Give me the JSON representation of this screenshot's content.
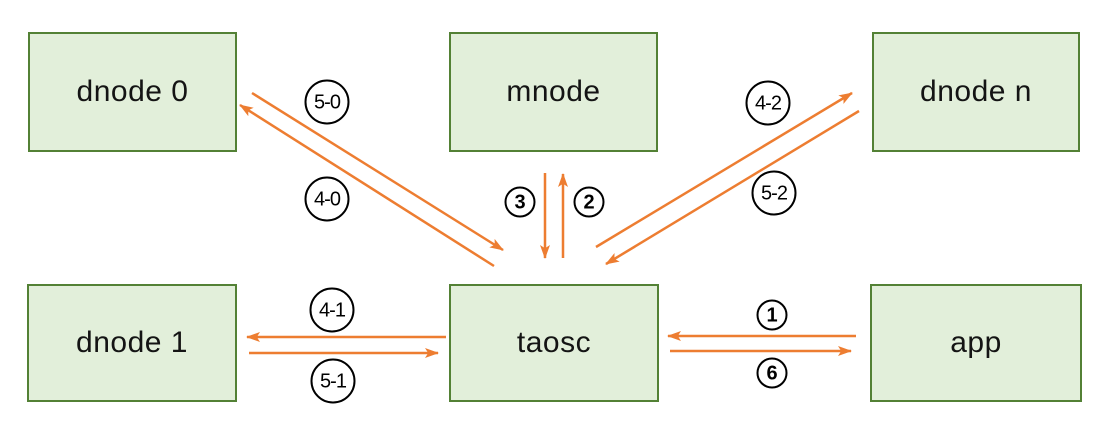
{
  "diagram": {
    "description": "Message flow between app, taosc, mnode and dnodes",
    "colors": {
      "arrow": "#ED7D31",
      "node_fill": "#E2EFDA",
      "node_border": "#538135",
      "badge_border": "#000000",
      "background": "#FFFFFF"
    },
    "nodes": [
      {
        "id": "dnode0",
        "label": "dnode 0"
      },
      {
        "id": "mnode",
        "label": "mnode"
      },
      {
        "id": "dnoden",
        "label": "dnode n"
      },
      {
        "id": "dnode1",
        "label": "dnode 1"
      },
      {
        "id": "taosc",
        "label": "taosc"
      },
      {
        "id": "app",
        "label": "app"
      }
    ],
    "edges": [
      {
        "label": "1",
        "from": "app",
        "to": "taosc"
      },
      {
        "label": "2",
        "from": "taosc",
        "to": "mnode"
      },
      {
        "label": "3",
        "from": "mnode",
        "to": "taosc"
      },
      {
        "label": "4-0",
        "from": "taosc",
        "to": "dnode 0"
      },
      {
        "label": "5-0",
        "from": "dnode 0",
        "to": "taosc"
      },
      {
        "label": "4-1",
        "from": "taosc",
        "to": "dnode 1"
      },
      {
        "label": "5-1",
        "from": "dnode 1",
        "to": "taosc"
      },
      {
        "label": "4-2",
        "from": "taosc",
        "to": "dnode n"
      },
      {
        "label": "5-2",
        "from": "dnode n",
        "to": "taosc"
      },
      {
        "label": "6",
        "from": "taosc",
        "to": "app"
      }
    ]
  }
}
